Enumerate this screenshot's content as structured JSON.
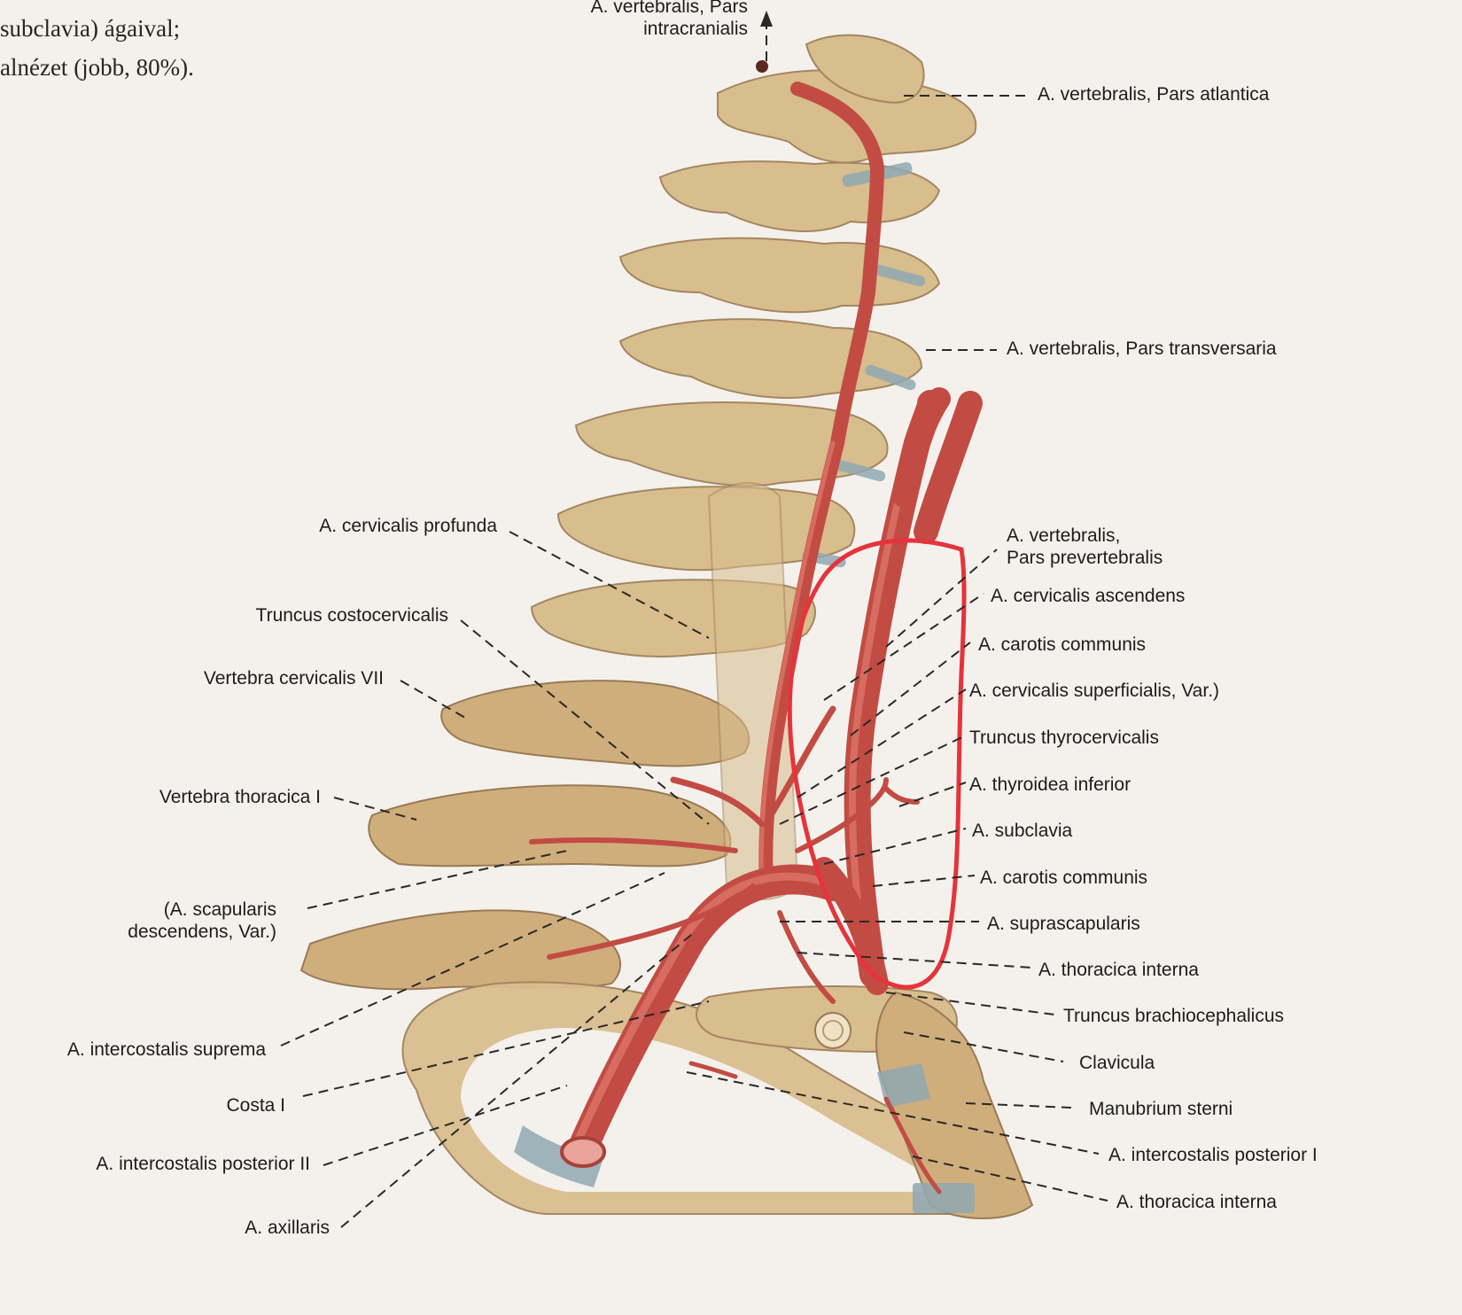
{
  "caption": {
    "line1": "subclavia) ágaival;",
    "line2": "alnézet (jobb, 80%)."
  },
  "labels": {
    "top_1": "A. vertebralis, Pars",
    "top_2": "intracranialis",
    "r1": "A. vertebralis, Pars atlantica",
    "r2": "A. vertebralis, Pars transversaria",
    "r3a": "A. vertebralis,",
    "r3b": "Pars prevertebralis",
    "r4": "A. cervicalis ascendens",
    "r5": "A. carotis communis",
    "r6": "A. cervicalis superficialis, Var.)",
    "r7": "Truncus thyrocervicalis",
    "r8": "A. thyroidea inferior",
    "r9": "A. subclavia",
    "r10": "A. carotis communis",
    "r11": "A. suprascapularis",
    "r12": "A. thoracica interna",
    "r13": "Truncus brachiocephalicus",
    "r14": "Clavicula",
    "r15": "Manubrium sterni",
    "r16": "A. intercostalis posterior I",
    "r17": "A. thoracica interna",
    "l1": "A. cervicalis profunda",
    "l2": "Truncus costocervicalis",
    "l3": "Vertebra cervicalis VII",
    "l4": "Vertebra thoracica I",
    "l5a": "(A. scapularis",
    "l5b": "descendens, Var.)",
    "l6": "A. intercostalis suprema",
    "l7": "Costa I",
    "l8": "A. intercostalis posterior II",
    "l9": "A. axillaris"
  },
  "colors": {
    "bone": "#d8bd8d",
    "artery": "#c24c44",
    "annotation_outline": "#e6333c"
  }
}
